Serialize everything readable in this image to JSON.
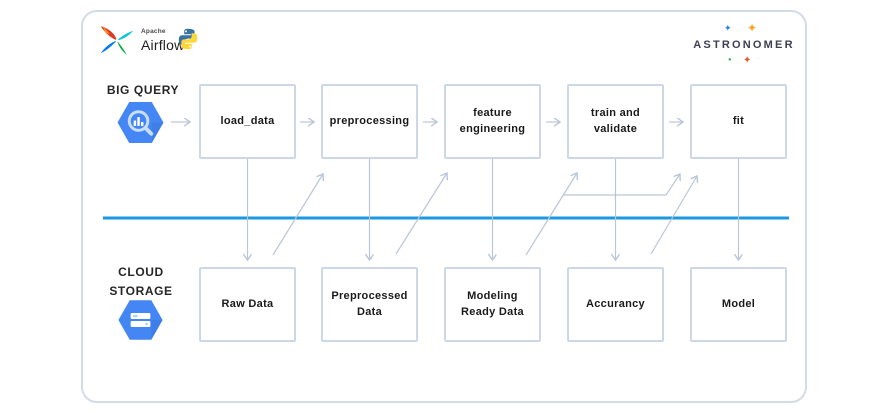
{
  "logos": {
    "airflow": {
      "apache": "Apache",
      "name": "Airflow"
    },
    "astronomer": {
      "name": "ASTRONOMER"
    }
  },
  "sources": {
    "bigquery": {
      "label": "BIG QUERY"
    },
    "cloud_storage": {
      "label": "CLOUD\nSTORAGE"
    }
  },
  "pipeline": {
    "tasks": [
      "load_data",
      "preprocessing",
      "feature\nengineering",
      "train and\nvalidate",
      "fit"
    ],
    "artifacts": [
      "Raw Data",
      "Preprocessed\nData",
      "Modeling\nReady Data",
      "Accurancy",
      "Model"
    ]
  },
  "icons": [
    "airflow-pinwheel-icon",
    "python-icon",
    "bigquery-hexagon-icon",
    "cloud-storage-hexagon-icon",
    "astronomer-sparkles"
  ],
  "colors": {
    "divider_blue": "#1899e2",
    "box_border": "#ccd8e8",
    "arrow": "#bac6d8",
    "google_blue": "#4486f4",
    "frame_border": "#d2dce6"
  }
}
